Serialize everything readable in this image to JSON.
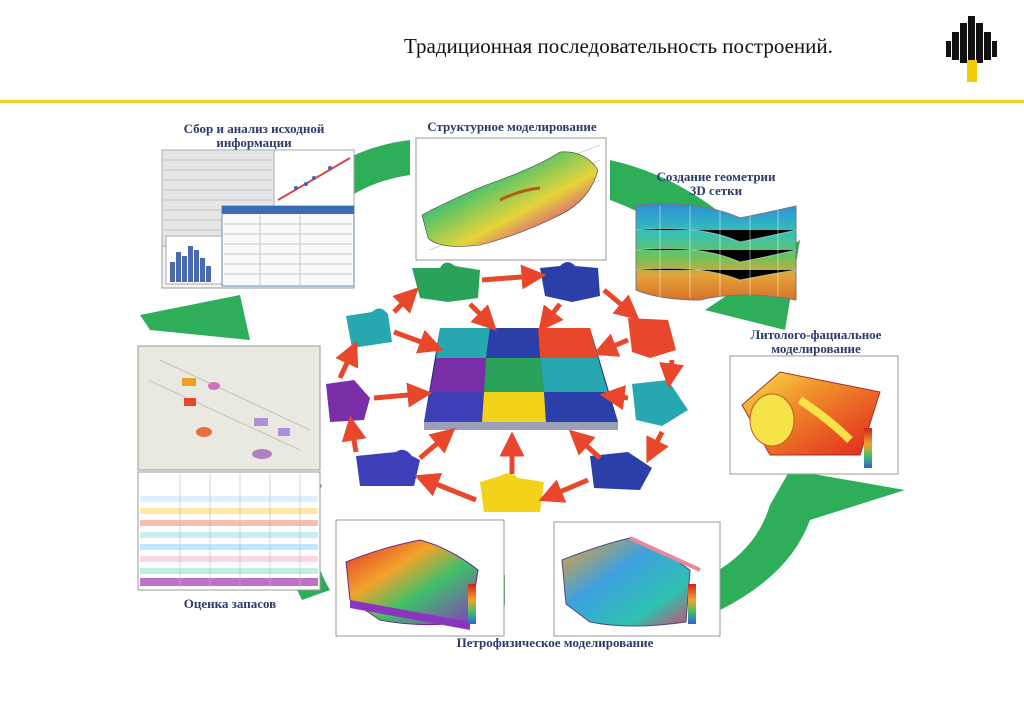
{
  "header": {
    "title": "Традиционная последовательность построений."
  },
  "stages": {
    "data_analysis": {
      "line1": "Сбор и анализ исходной",
      "line2": "информации"
    },
    "structural": "Структурное моделирование",
    "grid": {
      "line1": "Создание геометрии",
      "line2": "3D сетки"
    },
    "facies": {
      "line1": "Литолого-фациальное",
      "line2": "моделирование"
    },
    "petrophysical": "Петрофизическое моделирование",
    "reserves": "Оценка запасов"
  },
  "colors": {
    "cycle_arrow": "#2fae5a",
    "red_arrow": "#e8472c",
    "accent_rule": "#f1cf2c",
    "logo_yellow": "#f3c90a",
    "label_text": "#2d3a6a"
  },
  "icons": {
    "logo": "company-logo-icon",
    "puzzle": "puzzle-piece-icon"
  }
}
